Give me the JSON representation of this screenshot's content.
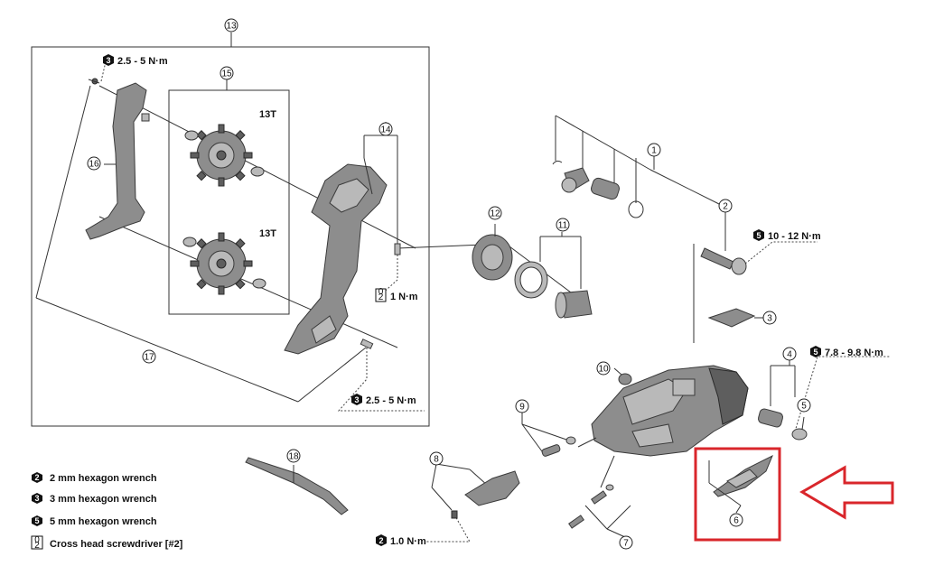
{
  "callouts": [
    {
      "n": "1"
    },
    {
      "n": "2"
    },
    {
      "n": "3"
    },
    {
      "n": "4"
    },
    {
      "n": "5"
    },
    {
      "n": "6"
    },
    {
      "n": "7"
    },
    {
      "n": "8"
    },
    {
      "n": "9"
    },
    {
      "n": "10"
    },
    {
      "n": "11"
    },
    {
      "n": "12"
    },
    {
      "n": "13"
    },
    {
      "n": "14"
    },
    {
      "n": "15"
    },
    {
      "n": "16"
    },
    {
      "n": "17"
    },
    {
      "n": "18"
    }
  ],
  "pulley_labels": [
    "13T",
    "13T"
  ],
  "torques": [
    {
      "tool": "3",
      "value": "2.5 - 5 N·m"
    },
    {
      "tool": "5",
      "value": "10 - 12 N·m"
    },
    {
      "tool": "screwdriver",
      "value": "1 N·m"
    },
    {
      "tool": "5",
      "value": "7.8 - 9.8 N·m"
    },
    {
      "tool": "3",
      "value": "2.5 - 5 N·m"
    },
    {
      "tool": "2",
      "value": "1.0 N·m"
    }
  ],
  "legend": [
    {
      "badge": "2",
      "text": "2 mm hexagon wrench"
    },
    {
      "badge": "3",
      "text": "3 mm hexagon wrench"
    },
    {
      "badge": "5",
      "text": "5 mm hexagon wrench"
    },
    {
      "badge": "screwdriver",
      "text": "Cross head screwdriver [#2]"
    }
  ],
  "highlight_color": "#d9262b",
  "arrow_color": "#d9262b"
}
